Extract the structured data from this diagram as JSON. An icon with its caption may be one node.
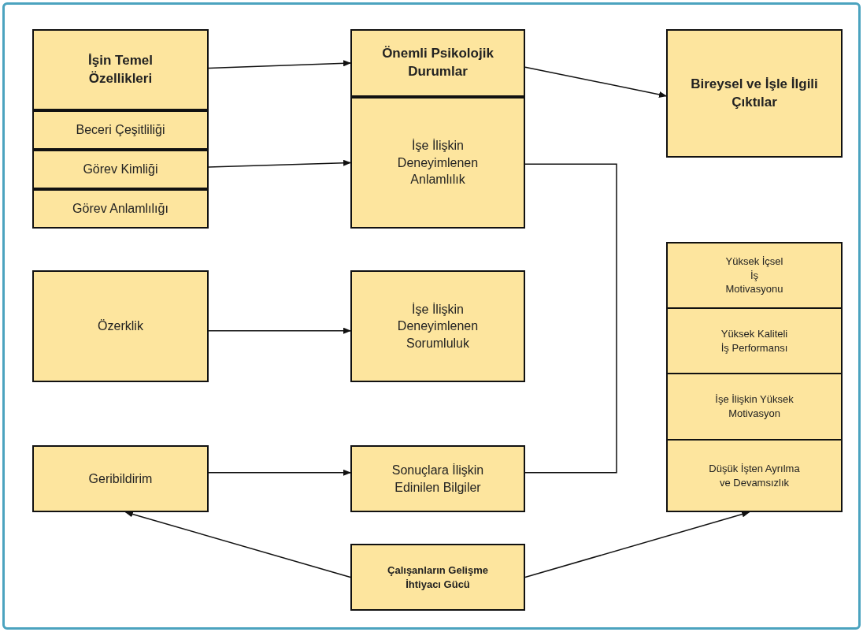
{
  "diagram": {
    "nodes": [
      {
        "text": [
          "İşin Temel Özellikleri"
        ]
      },
      {
        "text": [
          "Beceri Çeşitliliği"
        ]
      },
      {
        "text": [
          "Görev Kimliği"
        ]
      },
      {
        "text": [
          "Görev Anlamlılığı"
        ]
      },
      {
        "text": [
          "Önemli Psikolojik Durumlar"
        ]
      },
      {
        "text": [
          "İşe İlişkin Deneyimlenen Anlamlılık"
        ]
      },
      {
        "text": [
          "Bireysel ve İşle İlgili Çıktılar"
        ]
      },
      {
        "text": [
          "Özerklik"
        ]
      },
      {
        "text": [
          "İşe İlişkin Deneyimlenen Sorumluluk"
        ]
      },
      {
        "text": [
          "Geribildirim"
        ]
      },
      {
        "text": [
          "Sonuçlara İlişkin Edinilen Bilgiler"
        ]
      },
      {
        "text": [
          "Yüksek İçsel İş Motivasyonu"
        ]
      },
      {
        "text": [
          "Yüksek Kaliteli İş Performansı"
        ]
      },
      {
        "text": [
          "İşe İlişkin Yüksek Motivasyon"
        ]
      },
      {
        "text": [
          "Düşük İşten Ayrılma ve Devamsızlık"
        ]
      },
      {
        "text": [
          "Çalışanların Gelişme İhtiyacı Gücü"
        ]
      }
    ],
    "edges": [
      {
        "from": 0,
        "to": 4,
        "arrow": "to"
      },
      {
        "from": 2,
        "to": 5,
        "arrow": "to"
      },
      {
        "from": 4,
        "to": 6,
        "arrow": "to"
      },
      {
        "from": 7,
        "to": 8,
        "arrow": "to"
      },
      {
        "from": 9,
        "to": 10,
        "arrow": "to"
      },
      {
        "from": 5,
        "to": 10,
        "arrow": "none"
      },
      {
        "from": 15,
        "to": 9,
        "arrow": "to"
      },
      {
        "from": 15,
        "to": 14,
        "arrow": "to"
      }
    ]
  }
}
